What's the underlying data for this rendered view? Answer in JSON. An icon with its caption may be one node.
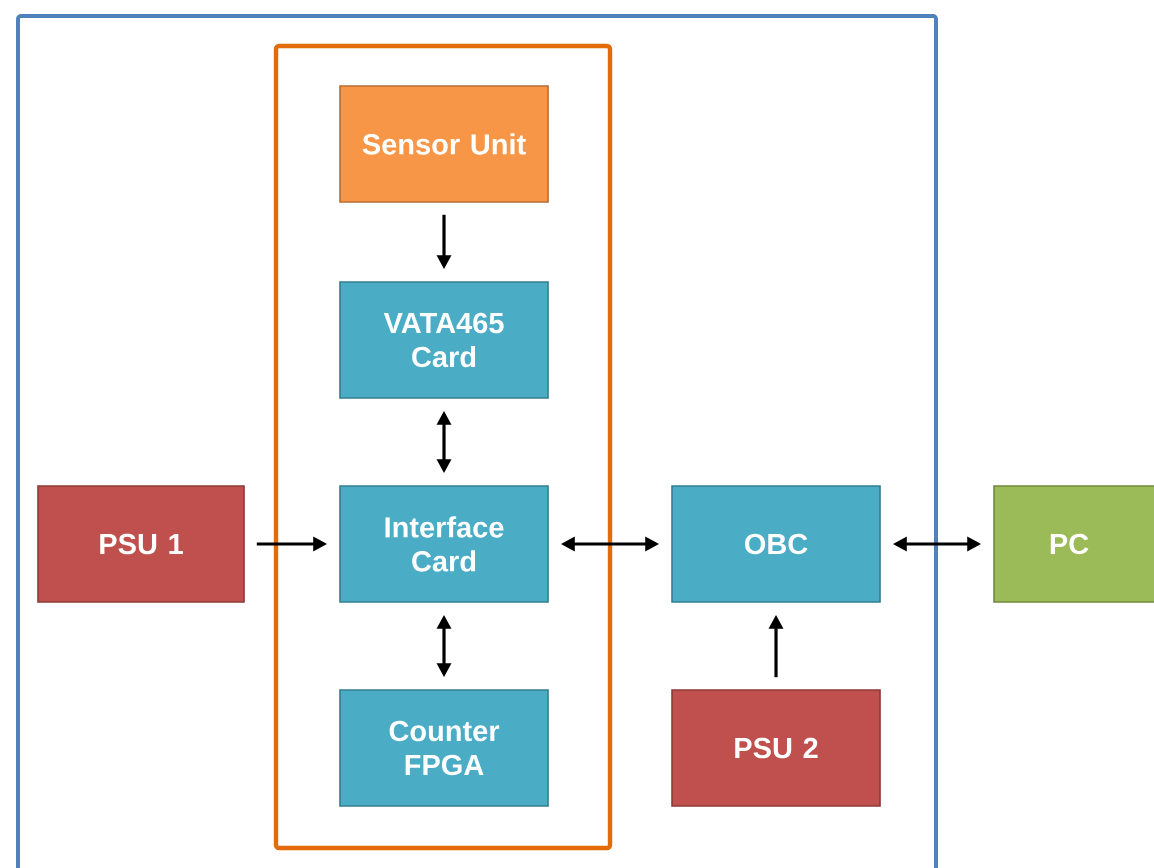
{
  "diagram": {
    "nodes": [
      {
        "text": [],
        "shape": "box"
      },
      {
        "text": [],
        "shape": "box",
        "in": 0
      },
      {
        "text": [
          "Sensor Unit"
        ],
        "in": 1
      },
      {
        "text": [
          "VATA465 Card"
        ],
        "in": 1
      },
      {
        "text": [
          "Interface Card"
        ],
        "in": 1
      },
      {
        "text": [
          "Counter FPGA"
        ],
        "in": 1
      },
      {
        "text": [
          "PSU 1"
        ],
        "in": 0
      },
      {
        "text": [
          "OBC"
        ],
        "in": 0
      },
      {
        "text": [
          "PSU 2"
        ],
        "in": 0
      },
      {
        "text": [
          "PC"
        ]
      }
    ],
    "edges": [
      {
        "from": 2,
        "to": 3,
        "arrow": "to"
      },
      {
        "from": 3,
        "to": 4,
        "arrow": "both"
      },
      {
        "from": 4,
        "to": 5,
        "arrow": "both"
      },
      {
        "from": 6,
        "to": 4,
        "arrow": "to"
      },
      {
        "from": 4,
        "to": 7,
        "arrow": "both"
      },
      {
        "from": 7,
        "to": 9,
        "arrow": "both"
      },
      {
        "from": 8,
        "to": 7,
        "arrow": "to"
      }
    ]
  }
}
